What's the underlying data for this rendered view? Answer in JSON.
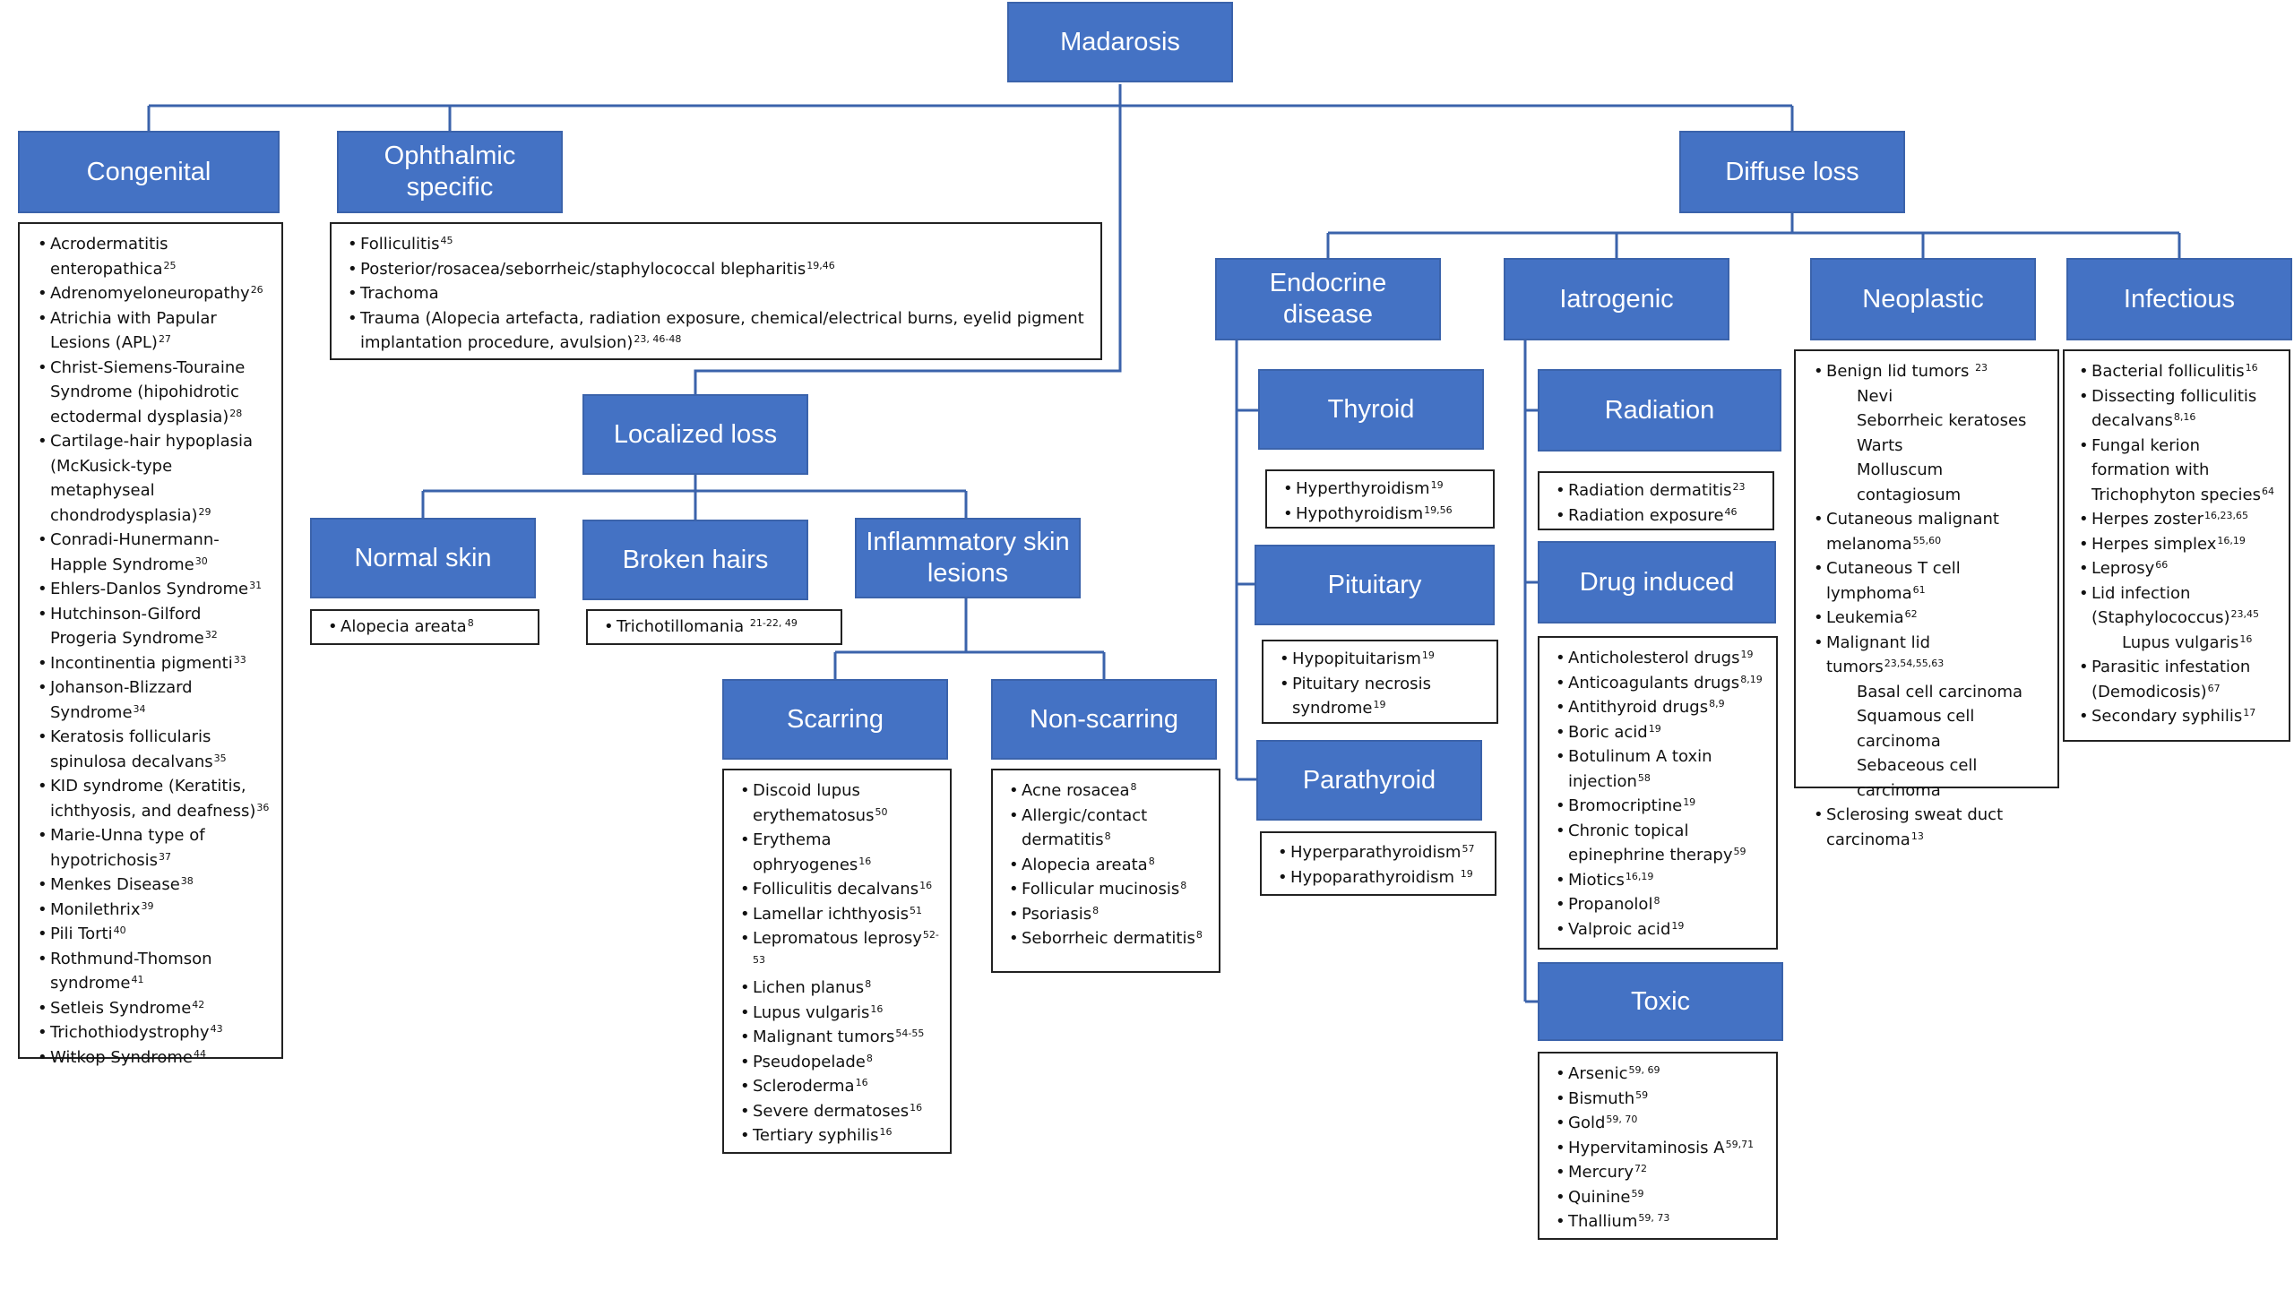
{
  "colors": {
    "node_fill": "#4472c4",
    "connector": "#3b63ab",
    "list_border": "#222222"
  },
  "nodes": {
    "madarosis": "Madarosis",
    "congenital": "Congenital",
    "ophthalmic": "Ophthalmic specific",
    "localized": "Localized loss",
    "normal_skin": "Normal skin",
    "broken_hairs": "Broken hairs",
    "inflammatory": "Inflammatory skin lesions",
    "scarring": "Scarring",
    "non_scarring": "Non-scarring",
    "diffuse": "Diffuse loss",
    "endocrine": "Endocrine disease",
    "iatrogenic": "Iatrogenic",
    "neoplastic": "Neoplastic",
    "infectious": "Infectious",
    "thyroid": "Thyroid",
    "pituitary": "Pituitary",
    "parathyroid": "Parathyroid",
    "radiation": "Radiation",
    "drug_induced": "Drug induced",
    "toxic": "Toxic"
  },
  "lists": {
    "congenital": [
      {
        "t": "Acrodermatitis enteropathica",
        "r": "25"
      },
      {
        "t": "Adrenomyeloneuropathy",
        "r": "26"
      },
      {
        "t": "Atrichia with Papular Lesions (APL)",
        "r": "27"
      },
      {
        "t": "Christ-Siemens-Touraine Syndrome (hipohidrotic ectodermal dysplasia)",
        "r": "28"
      },
      {
        "t": "Cartilage-hair hypoplasia (McKusick-type metaphyseal chondrodysplasia)",
        "r": "29"
      },
      {
        "t": "Conradi-Hunermann-Happle Syndrome",
        "r": "30"
      },
      {
        "t": "Ehlers-Danlos Syndrome",
        "r": "31"
      },
      {
        "t": "Hutchinson-Gilford Progeria Syndrome",
        "r": "32"
      },
      {
        "t": "Incontinentia pigmenti",
        "r": "33"
      },
      {
        "t": "Johanson-Blizzard Syndrome",
        "r": "34"
      },
      {
        "t": "Keratosis follicularis spinulosa decalvans",
        "r": "35"
      },
      {
        "t": "KID syndrome (Keratitis, ichthyosis, and deafness)",
        "r": "36"
      },
      {
        "t": "Marie-Unna type of hypotrichosis",
        "r": "37"
      },
      {
        "t": "Menkes Disease",
        "r": "38"
      },
      {
        "t": "Monilethrix",
        "r": "39"
      },
      {
        "t": "Pili Torti",
        "r": "40"
      },
      {
        "t": "Rothmund-Thomson syndrome",
        "r": "41"
      },
      {
        "t": "Setleis Syndrome",
        "r": "42"
      },
      {
        "t": "Trichothiodystrophy",
        "r": "43"
      },
      {
        "t": "Witkop Syndrome",
        "r": "44"
      }
    ],
    "ophthalmic": [
      {
        "t": "Folliculitis",
        "r": "45"
      },
      {
        "t": "Posterior/rosacea/seborrheic/staphylococcal blepharitis",
        "r": "19,46"
      },
      {
        "t": "Trachoma",
        "r": ""
      },
      {
        "t": "Trauma (Alopecia artefacta, radiation exposure, chemical/electrical burns, eyelid pigment implantation procedure, avulsion)",
        "r": "23,  46-48"
      }
    ],
    "normal_skin": [
      {
        "t": "Alopecia areata",
        "r": "8"
      }
    ],
    "broken_hairs": [
      {
        "t": "Trichotillomania ",
        "r": "21-22, 49"
      }
    ],
    "scarring": [
      {
        "t": "Discoid lupus erythematosus",
        "r": "50"
      },
      {
        "t": "Erythema ophryogenes",
        "r": "16"
      },
      {
        "t": "Folliculitis decalvans",
        "r": "16"
      },
      {
        "t": "Lamellar ichthyosis",
        "r": "51"
      },
      {
        "t": "Lepromatous leprosy",
        "r": "52-53"
      },
      {
        "t": "Lichen planus",
        "r": "8"
      },
      {
        "t": "Lupus vulgaris",
        "r": "16"
      },
      {
        "t": "Malignant tumors",
        "r": "54-55"
      },
      {
        "t": "Pseudopelade",
        "r": "8"
      },
      {
        "t": "Scleroderma",
        "r": "16"
      },
      {
        "t": "Severe dermatoses",
        "r": "16"
      },
      {
        "t": "Tertiary syphilis",
        "r": "16"
      }
    ],
    "non_scarring": [
      {
        "t": "Acne rosacea",
        "r": "8"
      },
      {
        "t": "Allergic/contact dermatitis",
        "r": "8"
      },
      {
        "t": "Alopecia areata",
        "r": "8"
      },
      {
        "t": "Follicular mucinosis",
        "r": "8"
      },
      {
        "t": "Psoriasis",
        "r": "8"
      },
      {
        "t": "Seborrheic dermatitis",
        "r": "8"
      }
    ],
    "thyroid": [
      {
        "t": "Hyperthyroidism",
        "r": "19"
      },
      {
        "t": "Hypothyroidism",
        "r": "19,56"
      }
    ],
    "pituitary": [
      {
        "t": "Hypopituitarism",
        "r": "19"
      },
      {
        "t": "Pituitary necrosis syndrome",
        "r": "19"
      }
    ],
    "parathyroid": [
      {
        "t": "Hyperparathyroidism",
        "r": "57"
      },
      {
        "t": "Hypoparathyroidism ",
        "r": "19"
      }
    ],
    "radiation": [
      {
        "t": "Radiation dermatitis",
        "r": "23"
      },
      {
        "t": "Radiation exposure",
        "r": "46"
      }
    ],
    "drug_induced": [
      {
        "t": "Anticholesterol drugs",
        "r": "19"
      },
      {
        "t": "Anticoagulants drugs",
        "r": "8,19"
      },
      {
        "t": "Antithyroid drugs",
        "r": "8,9"
      },
      {
        "t": "Boric acid",
        "r": "19"
      },
      {
        "t": "Botulinum A toxin injection",
        "r": "58"
      },
      {
        "t": "Bromocriptine",
        "r": "19"
      },
      {
        "t": "Chronic topical epinephrine therapy",
        "r": "59"
      },
      {
        "t": "Miotics",
        "r": "16,19"
      },
      {
        "t": "Propanolol",
        "r": "8"
      },
      {
        "t": "Valproic acid",
        "r": "19"
      }
    ],
    "toxic": [
      {
        "t": "Arsenic",
        "r": "59, 69"
      },
      {
        "t": "Bismuth",
        "r": "59"
      },
      {
        "t": "Gold",
        "r": "59, 70"
      },
      {
        "t": "Hypervitaminosis A",
        "r": "59,71"
      },
      {
        "t": "Mercury",
        "r": "72"
      },
      {
        "t": "Quinine",
        "r": "59"
      },
      {
        "t": "Thallium",
        "r": "59,  73"
      }
    ],
    "neoplastic": [
      {
        "t": "Benign lid tumors ",
        "r": "23",
        "b": true
      },
      {
        "t": "Nevi",
        "r": "",
        "b": false
      },
      {
        "t": "Seborrheic keratoses",
        "r": "",
        "b": false
      },
      {
        "t": "Warts",
        "r": "",
        "b": false
      },
      {
        "t": "Molluscum contagiosum",
        "r": "",
        "b": false
      },
      {
        "t": "Cutaneous malignant melanoma",
        "r": "55,60",
        "b": true
      },
      {
        "t": "Cutaneous T cell lymphoma",
        "r": "61",
        "b": true
      },
      {
        "t": "Leukemia",
        "r": "62",
        "b": true
      },
      {
        "t": "Malignant lid tumors",
        "r": "23,54,55,63",
        "b": true
      },
      {
        "t": "Basal cell carcinoma",
        "r": "",
        "b": false
      },
      {
        "t": "Squamous cell carcinoma",
        "r": "",
        "b": false
      },
      {
        "t": "Sebaceous cell carcinoma",
        "r": "",
        "b": false
      },
      {
        "t": "Sclerosing sweat duct carcinoma",
        "r": "13",
        "b": true
      }
    ],
    "infectious": [
      {
        "t": "Bacterial folliculitis",
        "r": "16",
        "b": true
      },
      {
        "t": "Dissecting folliculitis decalvans",
        "r": "8,16",
        "b": true
      },
      {
        "t": "Fungal kerion formation with Trichophyton species",
        "r": "64",
        "b": true
      },
      {
        "t": "Herpes zoster",
        "r": "16,23,65",
        "b": true
      },
      {
        "t": "Herpes simplex",
        "r": "16,19",
        "b": true
      },
      {
        "t": "Leprosy",
        "r": "66",
        "b": true
      },
      {
        "t": "Lid infection (Staphylococcus)",
        "r": "23,45",
        "b": true
      },
      {
        "t": "Lupus vulgaris",
        "r": "16",
        "b": false
      },
      {
        "t": "Parasitic infestation (Demodicosis)",
        "r": "67",
        "b": true
      },
      {
        "t": "Secondary syphilis",
        "r": "17",
        "b": true
      }
    ]
  }
}
